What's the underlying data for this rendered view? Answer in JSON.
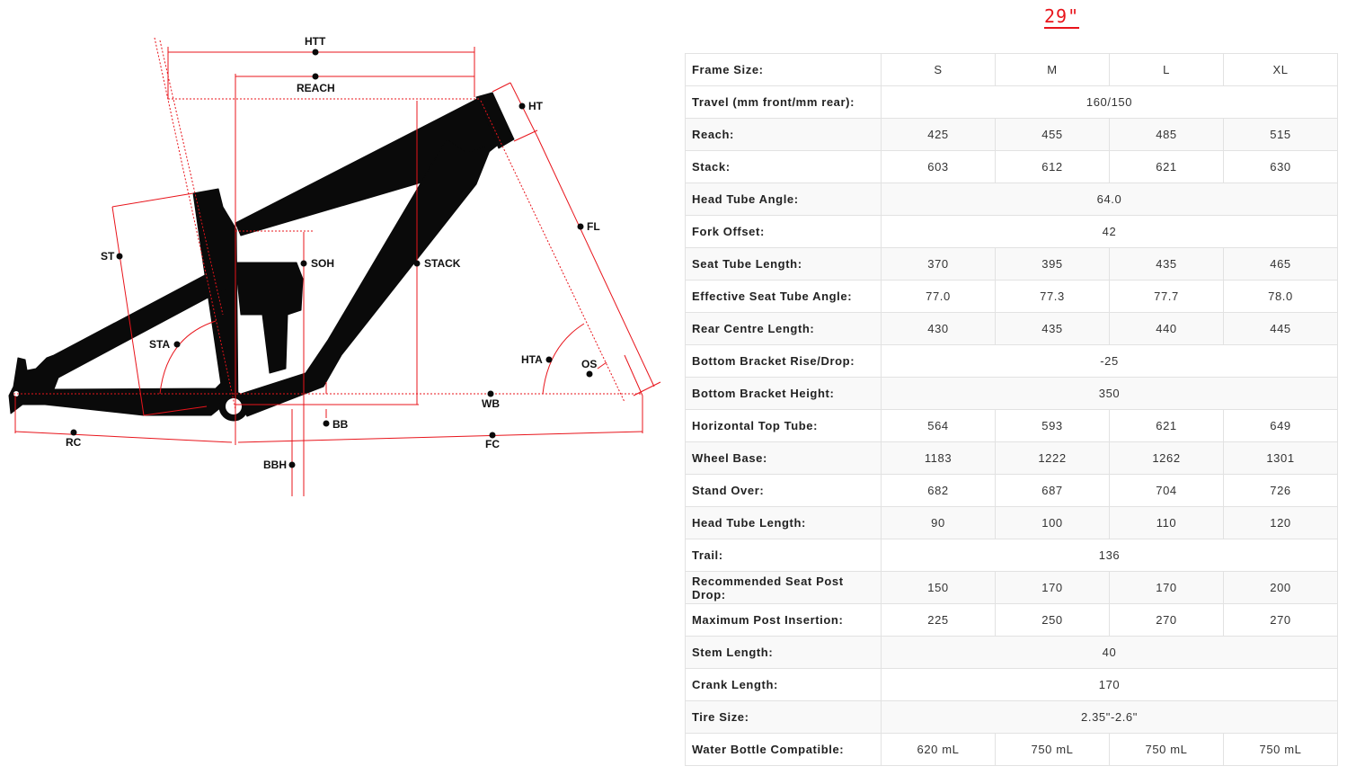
{
  "size_title": "29\"",
  "diagram_labels": {
    "htt": "HTT",
    "reach": "REACH",
    "ht": "HT",
    "fl": "FL",
    "st": "ST",
    "soh": "SOH",
    "stack": "STACK",
    "sta": "STA",
    "hta": "HTA",
    "os": "OS",
    "wb": "WB",
    "bb": "BB",
    "rc": "RC",
    "fc": "FC",
    "bbh": "BBH"
  },
  "colors": {
    "accent": "#e8141b",
    "frame": "#0a0a0a"
  },
  "table": {
    "header": {
      "label": "Frame Size:",
      "sizes": [
        "S",
        "M",
        "L",
        "XL"
      ]
    },
    "rows": [
      {
        "label": "Travel (mm front/mm rear):",
        "all": "160/150"
      },
      {
        "label": "Reach:",
        "values": [
          "425",
          "455",
          "485",
          "515"
        ]
      },
      {
        "label": "Stack:",
        "values": [
          "603",
          "612",
          "621",
          "630"
        ]
      },
      {
        "label": "Head Tube Angle:",
        "all": "64.0"
      },
      {
        "label": "Fork Offset:",
        "all": "42"
      },
      {
        "label": "Seat Tube Length:",
        "values": [
          "370",
          "395",
          "435",
          "465"
        ]
      },
      {
        "label": "Effective Seat Tube Angle:",
        "values": [
          "77.0",
          "77.3",
          "77.7",
          "78.0"
        ]
      },
      {
        "label": "Rear Centre Length:",
        "values": [
          "430",
          "435",
          "440",
          "445"
        ]
      },
      {
        "label": "Bottom Bracket Rise/Drop:",
        "all": "-25"
      },
      {
        "label": "Bottom Bracket Height:",
        "all": "350"
      },
      {
        "label": "Horizontal Top Tube:",
        "values": [
          "564",
          "593",
          "621",
          "649"
        ]
      },
      {
        "label": "Wheel Base:",
        "values": [
          "1183",
          "1222",
          "1262",
          "1301"
        ]
      },
      {
        "label": "Stand Over:",
        "values": [
          "682",
          "687",
          "704",
          "726"
        ]
      },
      {
        "label": "Head Tube Length:",
        "values": [
          "90",
          "100",
          "110",
          "120"
        ]
      },
      {
        "label": "Trail:",
        "all": "136"
      },
      {
        "label": "Recommended Seat Post Drop:",
        "values": [
          "150",
          "170",
          "170",
          "200"
        ]
      },
      {
        "label": "Maximum Post Insertion:",
        "values": [
          "225",
          "250",
          "270",
          "270"
        ]
      },
      {
        "label": "Stem Length:",
        "all": "40"
      },
      {
        "label": "Crank Length:",
        "all": "170"
      },
      {
        "label": "Tire Size:",
        "all": "2.35\"-2.6\""
      },
      {
        "label": "Water Bottle Compatible:",
        "values": [
          "620 mL",
          "750 mL",
          "750 mL",
          "750 mL"
        ]
      }
    ]
  }
}
